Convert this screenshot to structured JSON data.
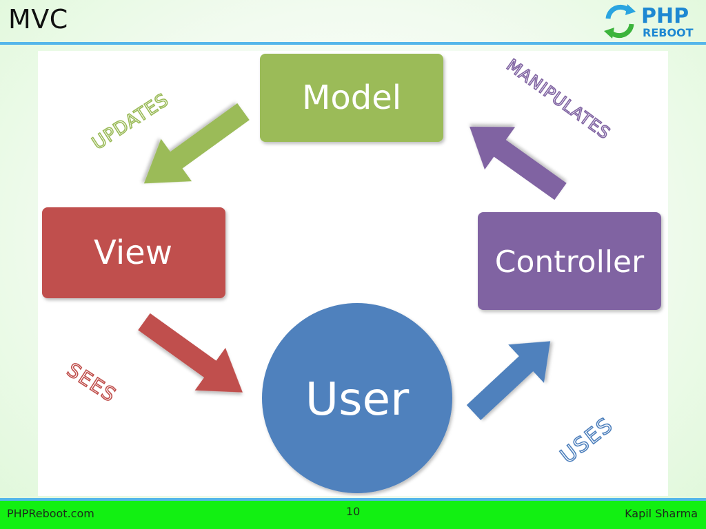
{
  "slide": {
    "title": "MVC",
    "page_number": "10"
  },
  "logo": {
    "line1": "PHP",
    "line2": "REBOOT"
  },
  "footer": {
    "left": "PHPReboot.com",
    "right": "Kapil Sharma"
  },
  "diagram": {
    "nodes": {
      "model": "Model",
      "view": "View",
      "controller": "Controller",
      "user": "User"
    },
    "edges": {
      "updates": "UPDATES",
      "manipulates": "MANIPULATES",
      "sees": "SEES",
      "uses": "USES"
    }
  },
  "colors": {
    "model": "#9bbb59",
    "view": "#c0504d",
    "controller": "#8064a2",
    "user": "#4f81bd",
    "rule": "#55b6ea",
    "footer": "#12f012"
  }
}
